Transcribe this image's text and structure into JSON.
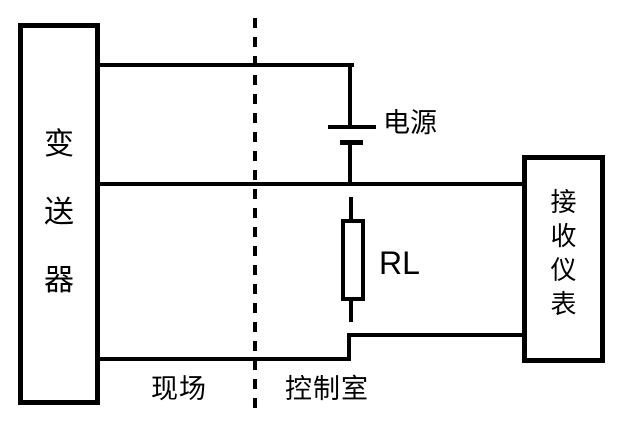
{
  "diagram": {
    "background_color": "#ffffff",
    "line_color": "#000000",
    "transmitter": {
      "label": "变送器",
      "chars": [
        "变",
        "送",
        "器"
      ]
    },
    "receiver": {
      "label": "接收仪表",
      "chars": [
        "接",
        "收",
        "仪",
        "表"
      ]
    },
    "power_label": "电源",
    "resistor_label": "RL",
    "zone_left_label": "现场",
    "zone_right_label": "控制室"
  }
}
